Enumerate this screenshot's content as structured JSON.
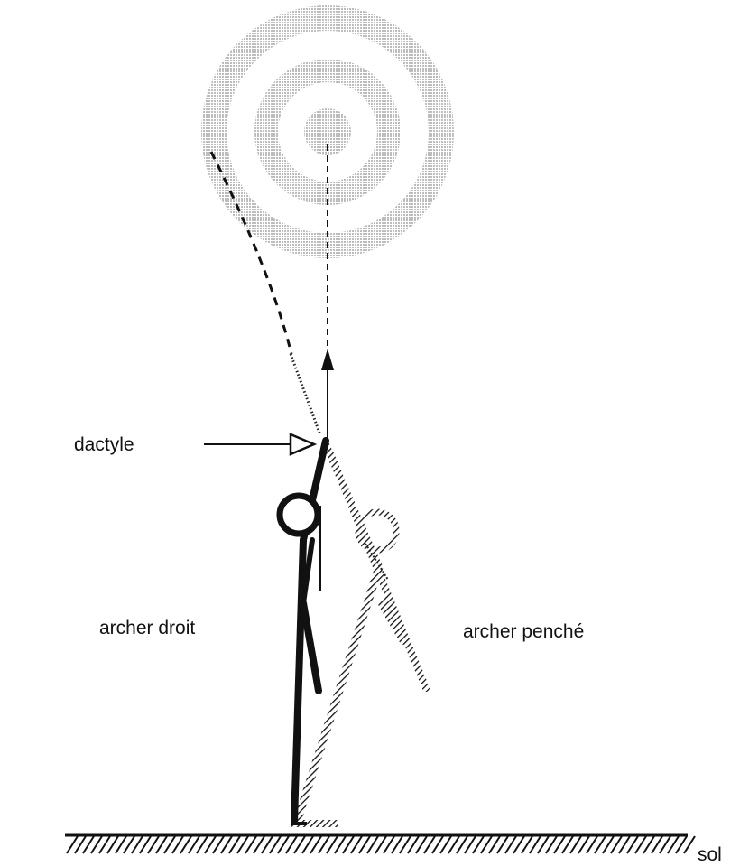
{
  "labels": {
    "dactyle": "dactyle",
    "archer_upright": "archer droit",
    "archer_leaning": "archer penché",
    "ground": "sol"
  },
  "colors": {
    "ink": "#111111",
    "target_gray": "#cfcfcf",
    "background": "#ffffff"
  }
}
